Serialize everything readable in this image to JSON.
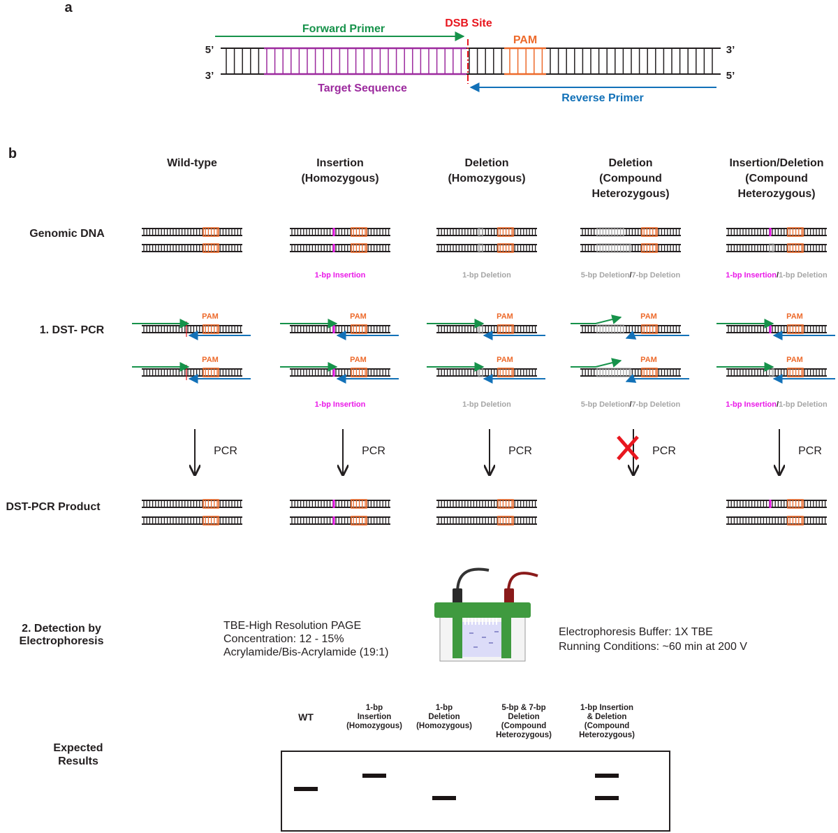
{
  "colors": {
    "strand": "#231f20",
    "forward": "#16924a",
    "dsb": "#e8171f",
    "pam": "#ed6a2b",
    "target": "#9c2a9e",
    "reverse": "#1271b8",
    "insertion": "#ea18e8",
    "deletion": "#a6a6a6",
    "gel_green": "#3f9a3f",
    "gel_light": "#dcdcf8"
  },
  "panel_a": {
    "label": "a",
    "forward_primer": "Forward Primer",
    "dsb_site": "DSB Site",
    "pam": "PAM",
    "target_sequence": "Target Sequence",
    "reverse_primer": "Reverse Primer",
    "top_left_end": "5’",
    "top_right_end": "3’",
    "bottom_left_end": "3’",
    "bottom_right_end": "5’"
  },
  "panel_b": {
    "label": "b",
    "columns": [
      {
        "title_lines": [
          "Wild-type"
        ],
        "genomic_note": [],
        "pcr_note": [],
        "pcr_blocked": false
      },
      {
        "title_lines": [
          "Insertion",
          "(Homozygous)"
        ],
        "genomic_note": [
          {
            "text": "1-bp Insertion",
            "tone": "insertion"
          }
        ],
        "pcr_note": [
          {
            "text": "1-bp Insertion",
            "tone": "insertion"
          }
        ],
        "pcr_blocked": false
      },
      {
        "title_lines": [
          "Deletion",
          "(Homozygous)"
        ],
        "genomic_note": [
          {
            "text": "1-bp Deletion",
            "tone": "deletion"
          }
        ],
        "pcr_note": [
          {
            "text": "1-bp Deletion",
            "tone": "deletion"
          }
        ],
        "pcr_blocked": false
      },
      {
        "title_lines": [
          "Deletion",
          "(Compound",
          "Heterozygous)"
        ],
        "genomic_note": [
          {
            "text": "5-bp Deletion",
            "tone": "deletion"
          },
          {
            "text": "/",
            "tone": "strand"
          },
          {
            "text": "7-bp Deletion",
            "tone": "deletion"
          }
        ],
        "pcr_note": [
          {
            "text": "5-bp Deletion",
            "tone": "deletion"
          },
          {
            "text": "/",
            "tone": "strand"
          },
          {
            "text": "7-bp Deletion",
            "tone": "deletion"
          }
        ],
        "pcr_blocked": true
      },
      {
        "title_lines": [
          "Insertion/Deletion",
          "(Compound",
          "Heterozygous)"
        ],
        "genomic_note": [
          {
            "text": "1-bp Insertion",
            "tone": "insertion"
          },
          {
            "text": "/",
            "tone": "strand"
          },
          {
            "text": "1-bp Deletion",
            "tone": "deletion"
          }
        ],
        "pcr_note": [
          {
            "text": "1-bp Insertion",
            "tone": "insertion"
          },
          {
            "text": "/",
            "tone": "strand"
          },
          {
            "text": "1-bp Deletion",
            "tone": "deletion"
          }
        ],
        "pcr_blocked": false
      }
    ],
    "rows": {
      "genomic_dna": "Genomic DNA",
      "dst_pcr": "1. DST- PCR",
      "product": "DST-PCR Product",
      "detection_lines": [
        "2. Detection by",
        "Electrophoresis"
      ],
      "expected_lines": [
        "Expected",
        "Results"
      ]
    },
    "pam": "PAM",
    "pcr": "PCR",
    "gel_left_lines": [
      "TBE-High Resolution PAGE",
      "Concentration: 12 - 15%",
      "Acrylamide/Bis-Acrylamide (19:1)"
    ],
    "gel_right_lines": [
      "Electrophoresis Buffer: 1X TBE",
      "Running Conditions: ~60 min at 200 V"
    ],
    "lanes": [
      {
        "label_lines": [
          "WT"
        ],
        "bands": [
          "ref"
        ]
      },
      {
        "label_lines": [
          "1-bp",
          "Insertion",
          "(Homozygous)"
        ],
        "bands": [
          "up"
        ]
      },
      {
        "label_lines": [
          "1-bp",
          "Deletion",
          "(Homozygous)"
        ],
        "bands": [
          "down"
        ]
      },
      {
        "label_lines": [
          "5-bp & 7-bp",
          "Deletion",
          "(Compound",
          "Heterozygous)"
        ],
        "bands": []
      },
      {
        "label_lines": [
          "1-bp Insertion",
          "& Deletion",
          "(Compound",
          "Heterozygous)"
        ],
        "bands": [
          "up",
          "down"
        ]
      }
    ]
  }
}
